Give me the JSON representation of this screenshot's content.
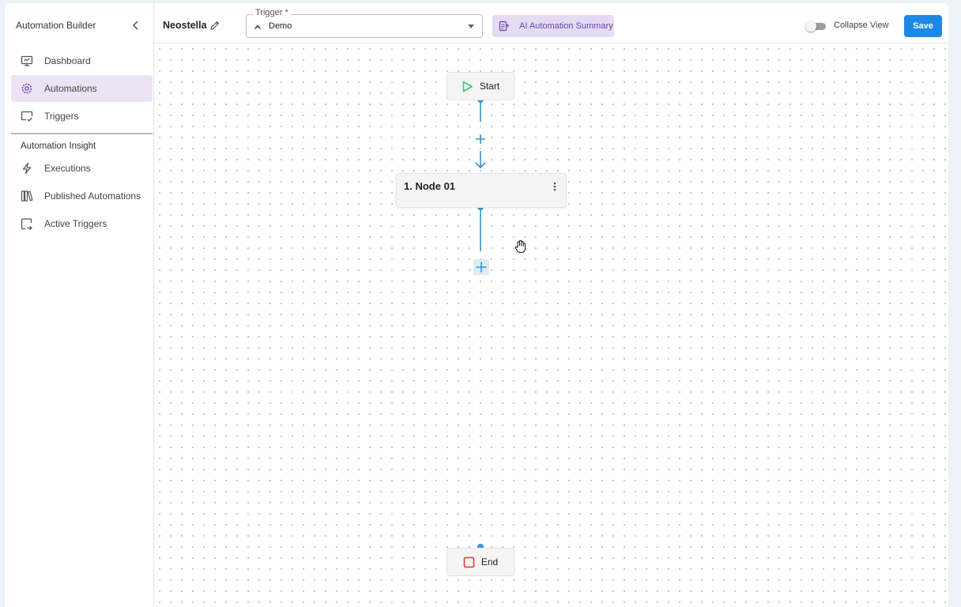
{
  "sidebar": {
    "title": "Automation Builder",
    "items": [
      {
        "label": "Dashboard",
        "icon": "monitor-icon"
      },
      {
        "label": "Automations",
        "icon": "gear-icon"
      },
      {
        "label": "Triggers",
        "icon": "screen-check-icon"
      }
    ],
    "section_title": "Automation Insight",
    "insight_items": [
      {
        "label": "Executions",
        "icon": "lightning-icon"
      },
      {
        "label": "Published Automations",
        "icon": "books-icon"
      },
      {
        "label": "Active Triggers",
        "icon": "export-icon"
      }
    ]
  },
  "header": {
    "project_name": "Neostella",
    "trigger_label": "Trigger *",
    "trigger_value": "Demo",
    "ai_summary_label": "AI Automation Summary",
    "collapse_label": "Collapse View",
    "collapse_on": false,
    "save_label": "Save"
  },
  "flow": {
    "start_label": "Start",
    "end_label": "End",
    "nodes": [
      {
        "title": "1. Node 01"
      }
    ]
  },
  "colors": {
    "accent": "#1e88e5",
    "connector": "#2f95d6",
    "active_nav": "#ece4f4",
    "ai_button": "#e4dcf3",
    "start_icon": "#2ecc71",
    "end_icon": "#e53935"
  }
}
